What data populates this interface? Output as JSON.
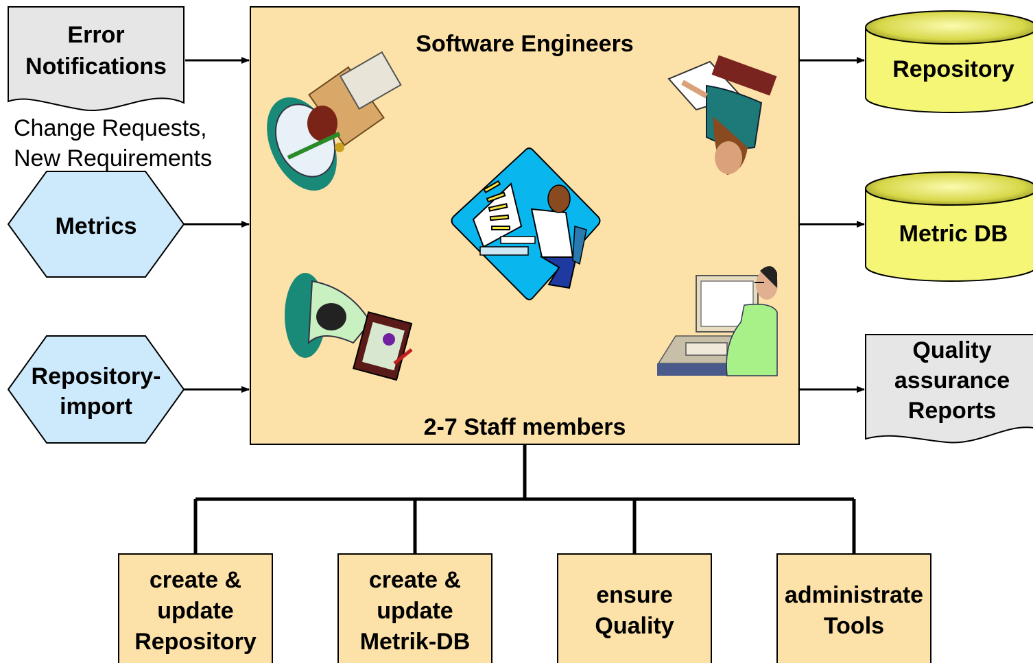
{
  "inputs": {
    "error_notifications": [
      "Error",
      "Notifications"
    ],
    "change_requests": [
      "Change Requests,",
      "New Requirements"
    ],
    "metrics": "Metrics",
    "repository_import": [
      "Repository-",
      "import"
    ]
  },
  "center": {
    "title": "Software Engineers",
    "staff": "2-7 Staff members"
  },
  "outputs": {
    "repository": "Repository",
    "metric_db": "Metric DB",
    "qa_reports": [
      "Quality",
      "assurance",
      "Reports"
    ]
  },
  "tasks": [
    [
      "create &",
      "update",
      "Repository"
    ],
    [
      "create &",
      "update",
      "Metrik-DB"
    ],
    [
      "ensure",
      "Quality"
    ],
    [
      "administrate",
      "Tools"
    ]
  ],
  "colors": {
    "center_fill": "#fce2a8",
    "task_fill": "#fce2a8",
    "doc_fill": "#e6e6e6",
    "hex_fill": "#cdeafd",
    "db_fill": "#f6f676",
    "diamond_fill": "#0ab6ee"
  },
  "icons": [
    "person-at-keyboard-icon",
    "person-reading-icon",
    "computer-user-icon",
    "person-writing-icon",
    "person-at-computer-icon"
  ]
}
